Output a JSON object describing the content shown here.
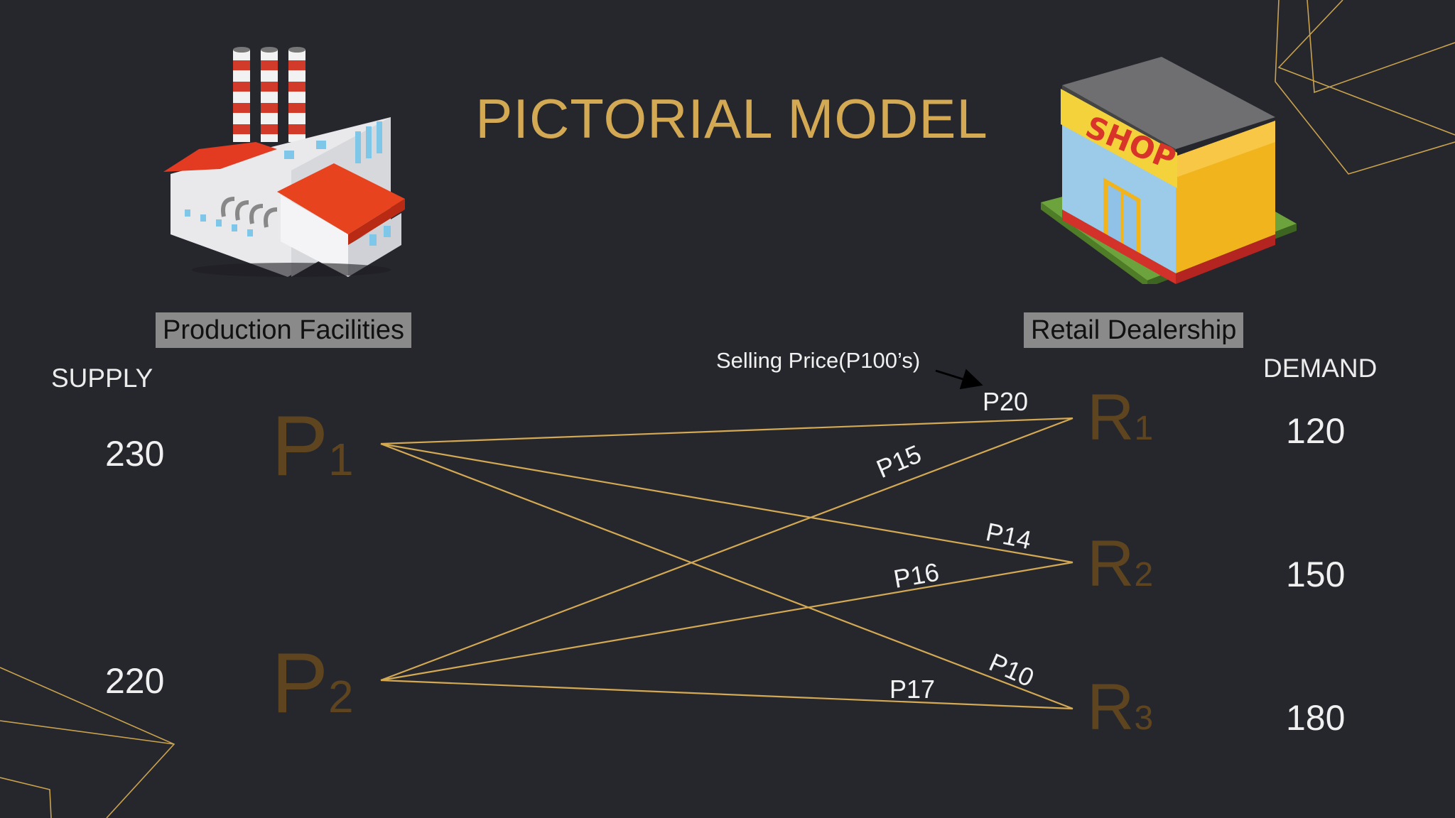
{
  "title": "PICTORIAL MODEL",
  "sources_label": "Production Facilities",
  "destinations_label": "Retail Dealership",
  "supply_label": "SUPPLY",
  "demand_label": "DEMAND",
  "price_note": "Selling Price(P100’s)",
  "factory_sign": "",
  "shop_sign": "SHOP",
  "sources": [
    {
      "letter": "P",
      "index": "1",
      "supply": "230"
    },
    {
      "letter": "P",
      "index": "2",
      "supply": "220"
    }
  ],
  "destinations": [
    {
      "letter": "R",
      "index": "1",
      "demand": "120"
    },
    {
      "letter": "R",
      "index": "2",
      "demand": "150"
    },
    {
      "letter": "R",
      "index": "3",
      "demand": "180"
    }
  ],
  "routes": [
    {
      "from": "P1",
      "to": "R1",
      "price": "P20"
    },
    {
      "from": "P1",
      "to": "R2",
      "price": "P14"
    },
    {
      "from": "P1",
      "to": "R3",
      "price": "P10"
    },
    {
      "from": "P2",
      "to": "R1",
      "price": "P15"
    },
    {
      "from": "P2",
      "to": "R2",
      "price": "P16"
    },
    {
      "from": "P2",
      "to": "R3",
      "price": "P17"
    }
  ],
  "colors": {
    "background": "#26272d",
    "accent": "#d4a954",
    "node_text": "#5e4520",
    "label_box": "#8a8a8a"
  }
}
